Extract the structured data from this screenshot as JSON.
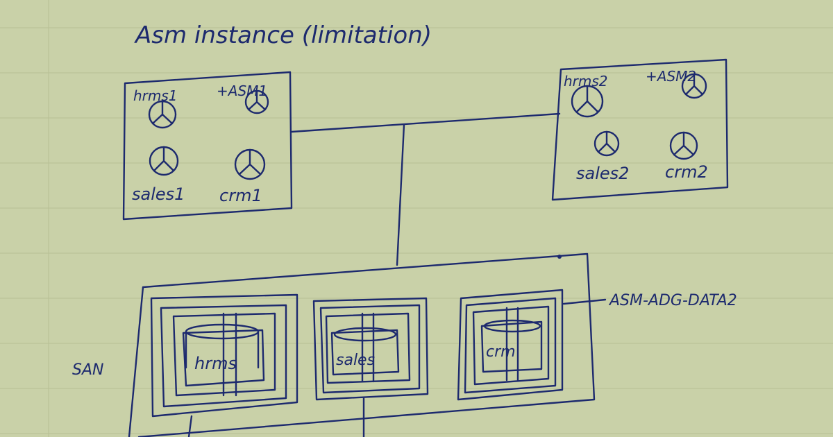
{
  "title": "Asm instance (limitation)",
  "left_node": {
    "db_label": "hrms1",
    "asm_label": "+ASM1",
    "sales_label": "sales1",
    "crm_label": "crm1"
  },
  "right_node": {
    "db_label": "hrms2",
    "asm_label": "+ASM2",
    "sales_label": "sales2",
    "crm_label": "crm2"
  },
  "storage": {
    "san_label": "SAN",
    "diskgroup_label": "ASM-ADG-DATA2",
    "db1": "hrms",
    "db2": "sales",
    "db3": "crm"
  },
  "colors": {
    "paper": "#c9d1a8",
    "ink": "#1d2a6e"
  }
}
